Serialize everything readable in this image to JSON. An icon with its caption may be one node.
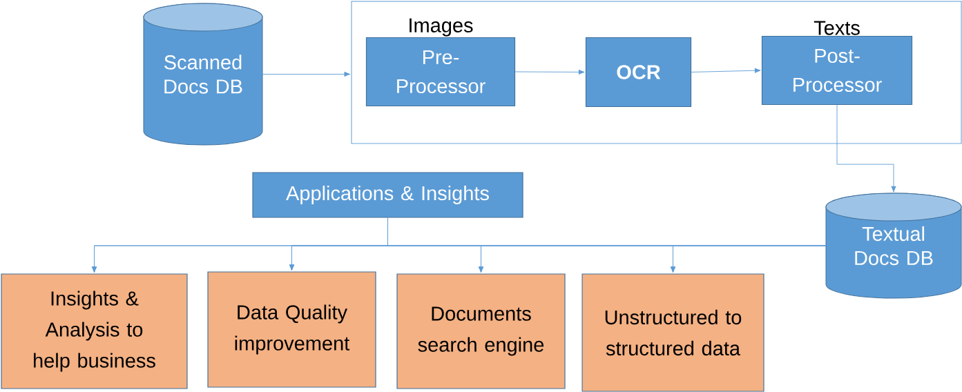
{
  "diagram": {
    "nodes": [
      {
        "text": [
          "Scanned Docs DB"
        ]
      },
      {
        "text": [],
        "shape": "box"
      },
      {
        "text": [
          "Pre-Processor"
        ],
        "beside": [
          "Images"
        ],
        "in": 1
      },
      {
        "text": [
          "OCR"
        ],
        "in": 1
      },
      {
        "text": [
          "Post-Processor"
        ],
        "beside": [
          "Texts"
        ],
        "in": 1
      },
      {
        "text": [
          "Textual Docs DB"
        ]
      },
      {
        "text": [
          "Applications & Insights"
        ]
      },
      {
        "text": [
          "Insights & Analysis to help business"
        ]
      },
      {
        "text": [
          "Data Quality improvement"
        ]
      },
      {
        "text": [
          "Documents search engine"
        ]
      },
      {
        "text": [
          "Unstructured to structured data"
        ]
      }
    ],
    "edges": [
      {
        "from": 0,
        "to": 1,
        "arrow": "to"
      },
      {
        "from": 2,
        "to": 3,
        "arrow": "to"
      },
      {
        "from": 3,
        "to": 4,
        "arrow": "to"
      },
      {
        "from": 4,
        "to": 5,
        "arrow": "to"
      },
      {
        "from": 6,
        "to": 7,
        "arrow": "to"
      },
      {
        "from": 6,
        "to": 8,
        "arrow": "to"
      },
      {
        "from": 6,
        "to": 9,
        "arrow": "to"
      },
      {
        "from": 6,
        "to": 10,
        "arrow": "to"
      },
      {
        "from": 5,
        "to": 7,
        "arrow": "to"
      },
      {
        "from": 5,
        "to": 8,
        "arrow": "to"
      },
      {
        "from": 5,
        "to": 9,
        "arrow": "to"
      },
      {
        "from": 5,
        "to": 10,
        "arrow": "to"
      }
    ]
  }
}
